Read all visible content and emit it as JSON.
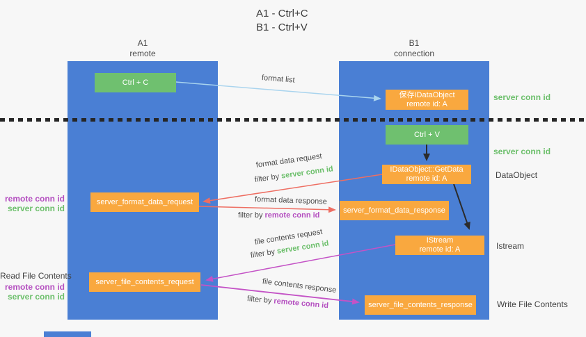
{
  "title": {
    "line1": "A1 - Ctrl+C",
    "line2": "B1 - Ctrl+V"
  },
  "panels": {
    "left": {
      "name": "A1",
      "subtitle": "remote"
    },
    "right": {
      "name": "B1",
      "subtitle": "connection"
    }
  },
  "nodes": {
    "ctrl_c": {
      "label": "Ctrl + C"
    },
    "ctrl_v": {
      "label": "Ctrl + V"
    },
    "save_dataobject": {
      "line1": "保存IDataObject",
      "line2": "remote id: A"
    },
    "getdata": {
      "line1": "IDataObject::GetData",
      "line2": "remote id: A"
    },
    "istream": {
      "line1": "IStream",
      "line2": "remote id: A"
    },
    "format_request": {
      "label": "server_format_data_request"
    },
    "format_response": {
      "label": "server_format_data_response"
    },
    "file_request": {
      "label": "server_file_contents_request"
    },
    "file_response": {
      "label": "server_file_contents_response"
    }
  },
  "flow_labels": {
    "format_list": "format list",
    "format_data_request": "format data request",
    "format_data_request_filter_prefix": "filter by",
    "format_data_request_filter_key": "server conn id",
    "format_data_response": "format data response",
    "format_data_response_filter_prefix": "filter by",
    "format_data_response_filter_key": "remote conn id",
    "file_contents_request": "file contents request",
    "file_contents_request_filter_prefix": "filter by",
    "file_contents_request_filter_key": "server conn id",
    "file_contents_response": "file contents response",
    "file_contents_response_filter_prefix": "filter by",
    "file_contents_response_filter_key": "remote conn id"
  },
  "left_annotations": {
    "format": {
      "remote_conn_id": "remote conn id",
      "server_conn_id": "server conn id"
    },
    "file": {
      "title": "Read File Contents",
      "remote_conn_id": "remote conn id",
      "server_conn_id": "server conn id"
    }
  },
  "right_annotations": {
    "server_conn_id_top": "server conn id",
    "server_conn_id_mid": "server conn id",
    "dataobject": "DataObject",
    "istream": "Istream",
    "write_file_contents": "Write File Contents"
  },
  "colors": {
    "panel_blue": "#4a7fd4",
    "node_orange": "#f9a83f",
    "node_green": "#6fc06f",
    "arrow_light_blue": "#a9d4ee",
    "arrow_red": "#ee6e62",
    "arrow_magenta": "#c453c6",
    "arrow_black": "#2b2b2b",
    "text_green": "#6cbf6b",
    "text_purple": "#b44fc0"
  }
}
